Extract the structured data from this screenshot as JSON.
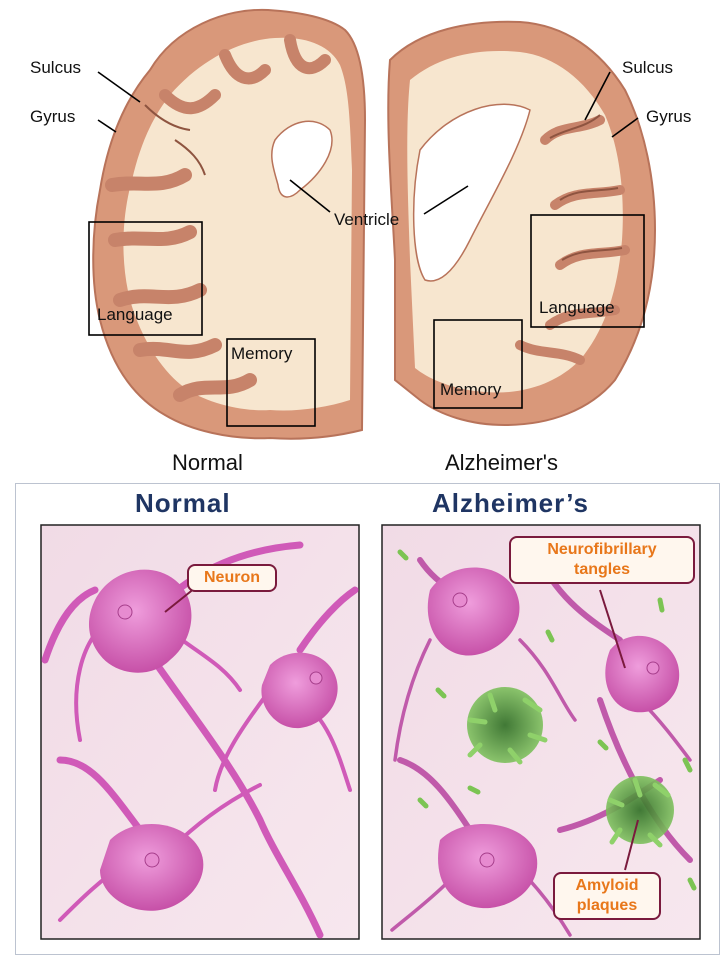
{
  "top": {
    "labels": {
      "sulcus_left": "Sulcus",
      "gyrus_left": "Gyrus",
      "sulcus_right": "Sulcus",
      "gyrus_right": "Gyrus",
      "ventricle": "Ventricle",
      "language_left": "Language",
      "memory_left": "Memory",
      "language_right": "Language",
      "memory_right": "Memory"
    },
    "captions": {
      "normal": "Normal",
      "alzheimers": "Alzheimer's"
    }
  },
  "bottom": {
    "titles": {
      "normal": "Normal",
      "alzheimers": "Alzheimer’s"
    },
    "callouts": {
      "neuron": "Neuron",
      "tangles_line1": "Neurofibrillary",
      "tangles_line2": "tangles",
      "plaques_line1": "Amyloid",
      "plaques_line2": "plaques"
    }
  },
  "colors": {
    "cortex": "#d9987a",
    "white_matter": "#f7e6cf",
    "panel_title": "#1f3563",
    "neuron": "#d05ab8",
    "plaque": "#5fae3a",
    "callout_text": "#e8771a"
  }
}
